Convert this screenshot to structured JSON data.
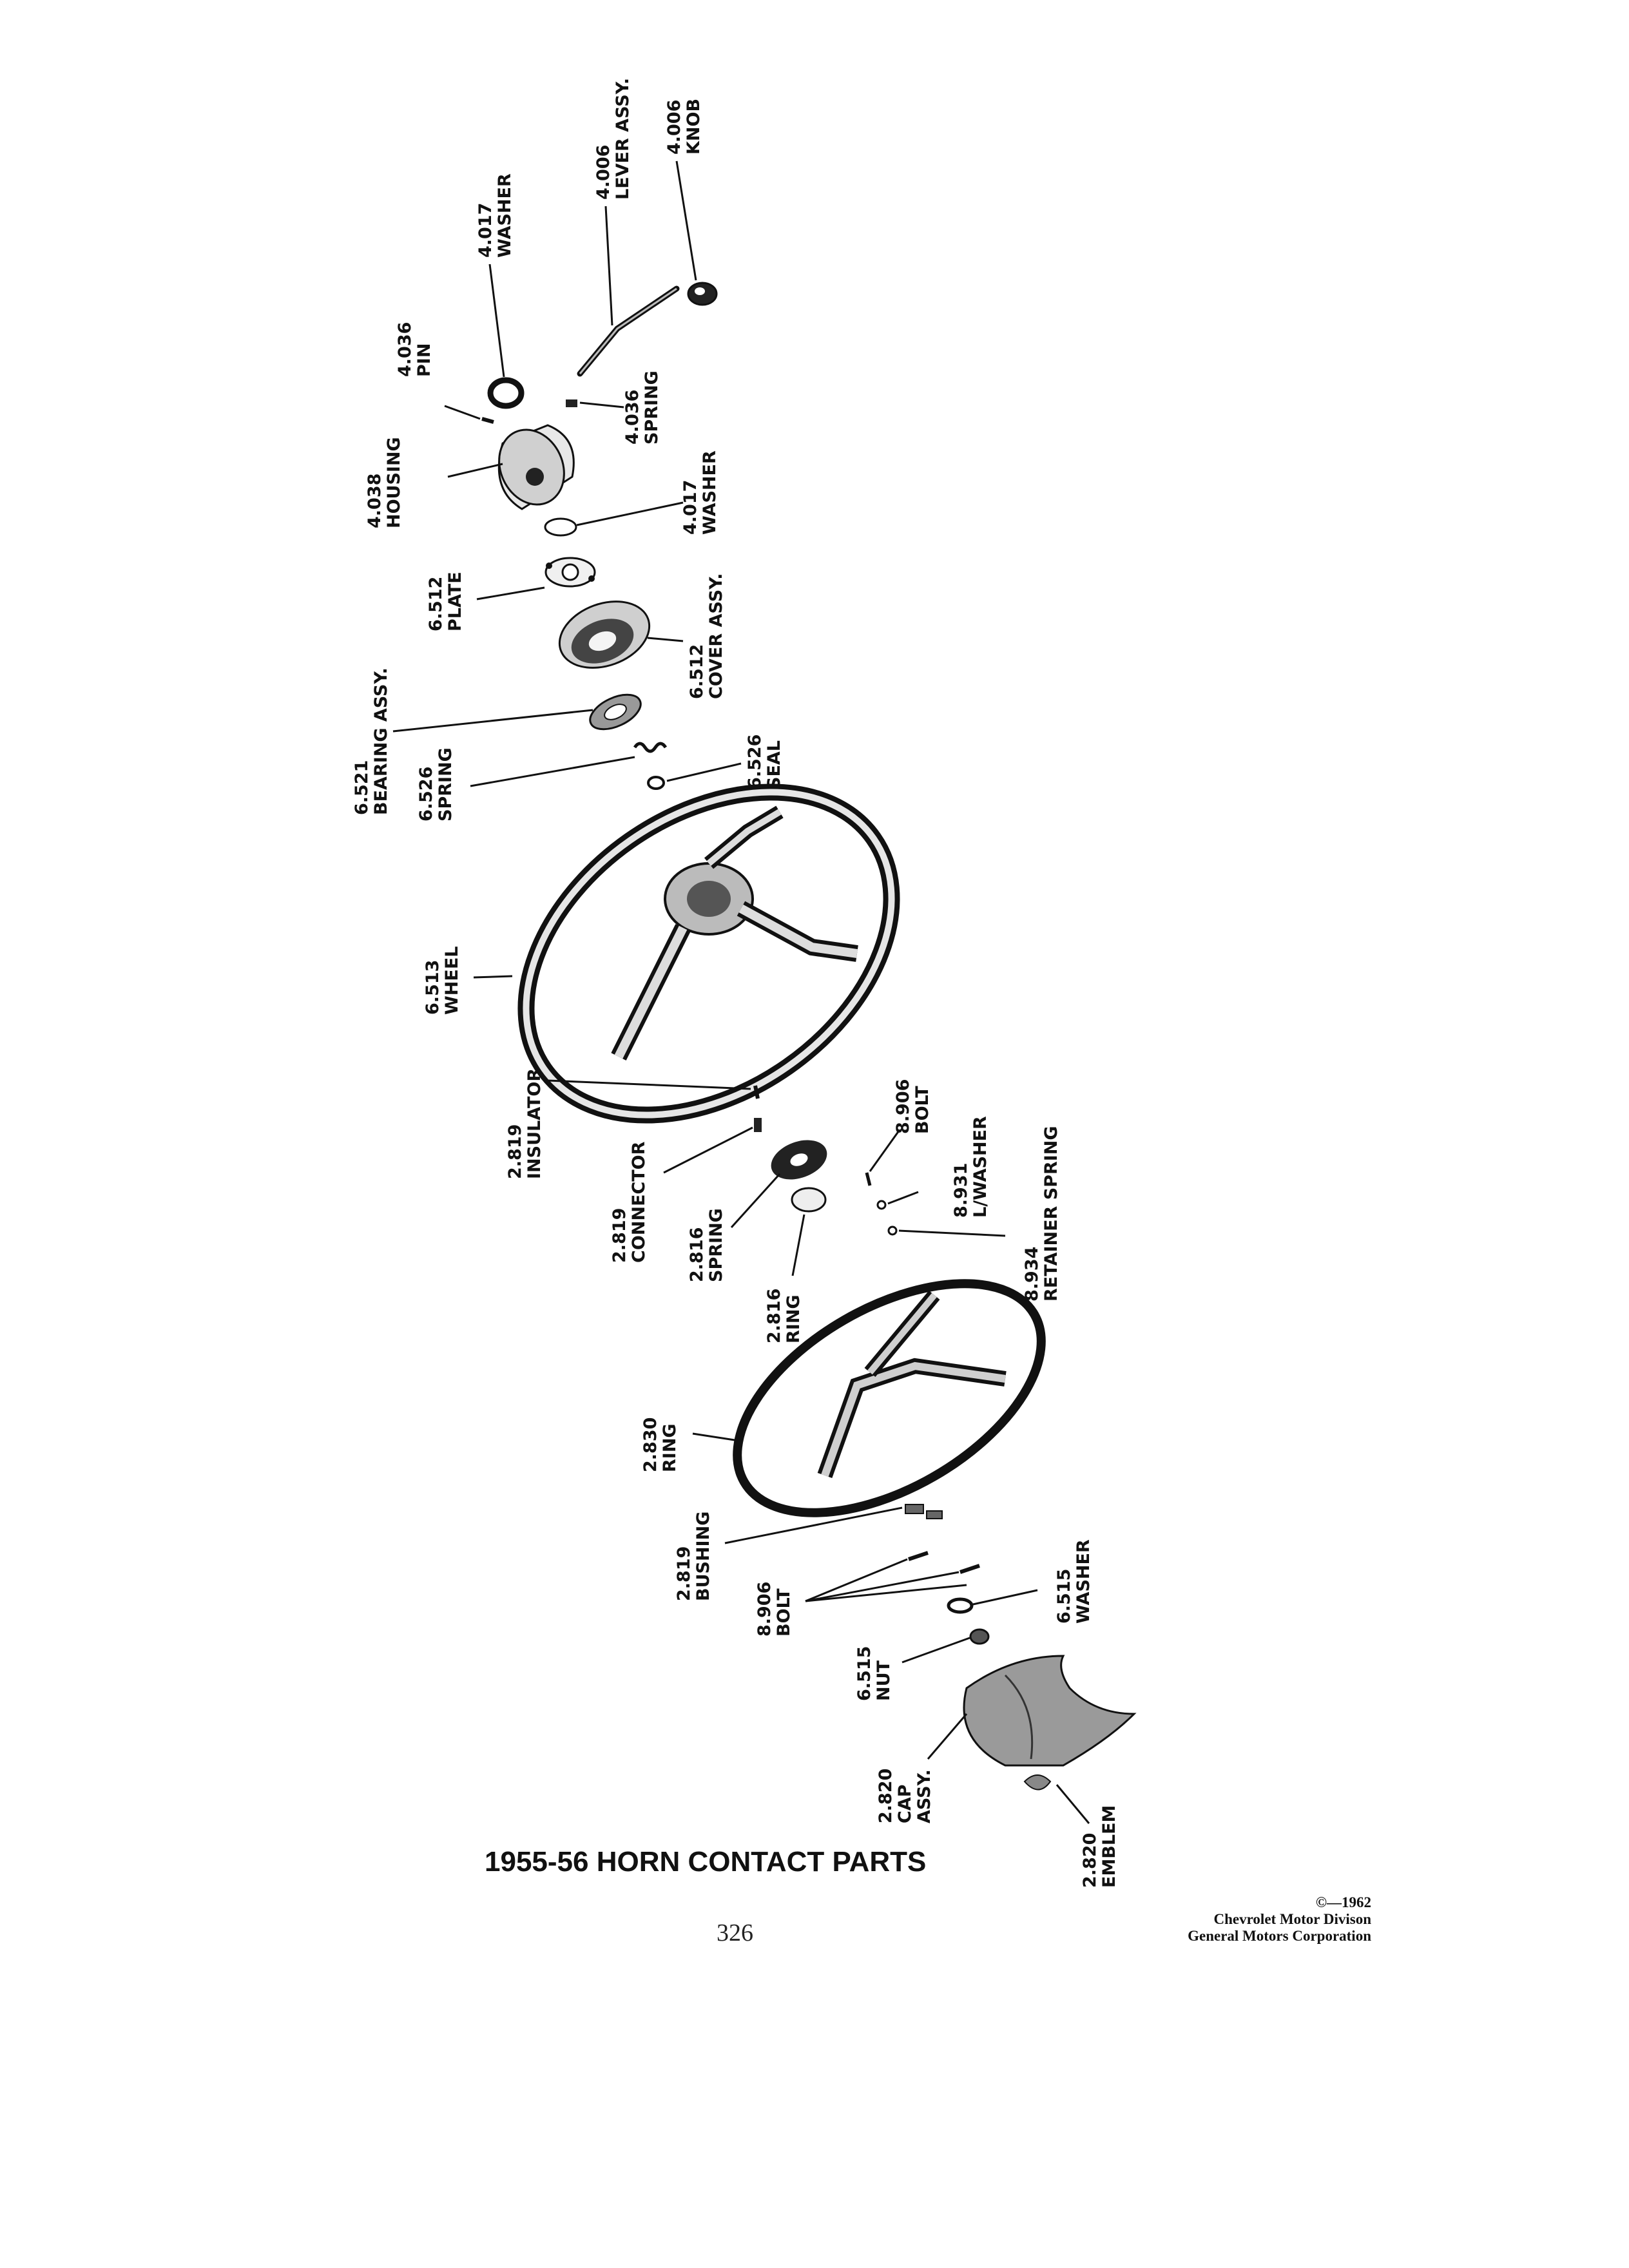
{
  "diagram": {
    "title": "1955-56 HORN CONTACT PARTS",
    "page_number": "326",
    "credit": {
      "line1": "©—1962",
      "line2": "Chevrolet Motor Divison",
      "line3": "General Motors Corporation"
    },
    "labels": {
      "lever_assy": {
        "num": "4.006",
        "name": "LEVER ASSY."
      },
      "knob": {
        "num": "4.006",
        "name": "KNOB"
      },
      "washer_top": {
        "num": "4.017",
        "name": "WASHER"
      },
      "pin": {
        "num": "4.036",
        "name": "PIN"
      },
      "spring_lever": {
        "num": "4.036",
        "name": "SPRING"
      },
      "housing": {
        "num": "4.038",
        "name": "HOUSING"
      },
      "washer_housing": {
        "num": "4.017",
        "name": "WASHER"
      },
      "plate": {
        "num": "6.512",
        "name": "PLATE"
      },
      "cover_assy": {
        "num": "6.512",
        "name": "COVER ASSY."
      },
      "bearing_assy": {
        "num": "6.521",
        "name": "BEARING ASSY."
      },
      "spring_bearing": {
        "num": "6.526",
        "name": "SPRING"
      },
      "seal": {
        "num": "6.526",
        "name": "SEAL"
      },
      "wheel": {
        "num": "6.513",
        "name": "WHEEL"
      },
      "insulator": {
        "num": "2.819",
        "name": "INSULATOR"
      },
      "connector": {
        "num": "2.819",
        "name": "CONNECTOR"
      },
      "spring_horn": {
        "num": "2.816",
        "name": "SPRING"
      },
      "ring_horn": {
        "num": "2.816",
        "name": "RING"
      },
      "bolt_small": {
        "num": "8.906",
        "name": "BOLT"
      },
      "lwasher": {
        "num": "8.931",
        "name": "L/WASHER"
      },
      "retainer_spring": {
        "num": "8.934",
        "name": "RETAINER SPRING"
      },
      "ring_large": {
        "num": "2.830",
        "name": "RING"
      },
      "bushing": {
        "num": "2.819",
        "name": "BUSHING"
      },
      "bolt_large": {
        "num": "8.906",
        "name": "BOLT"
      },
      "washer_cap": {
        "num": "6.515",
        "name": "WASHER"
      },
      "nut": {
        "num": "6.515",
        "name": "NUT"
      },
      "cap_assy": {
        "num": "2.820",
        "name": "CAP",
        "name2": "ASSY."
      },
      "emblem": {
        "num": "2.820",
        "name": "EMBLEM"
      }
    }
  }
}
